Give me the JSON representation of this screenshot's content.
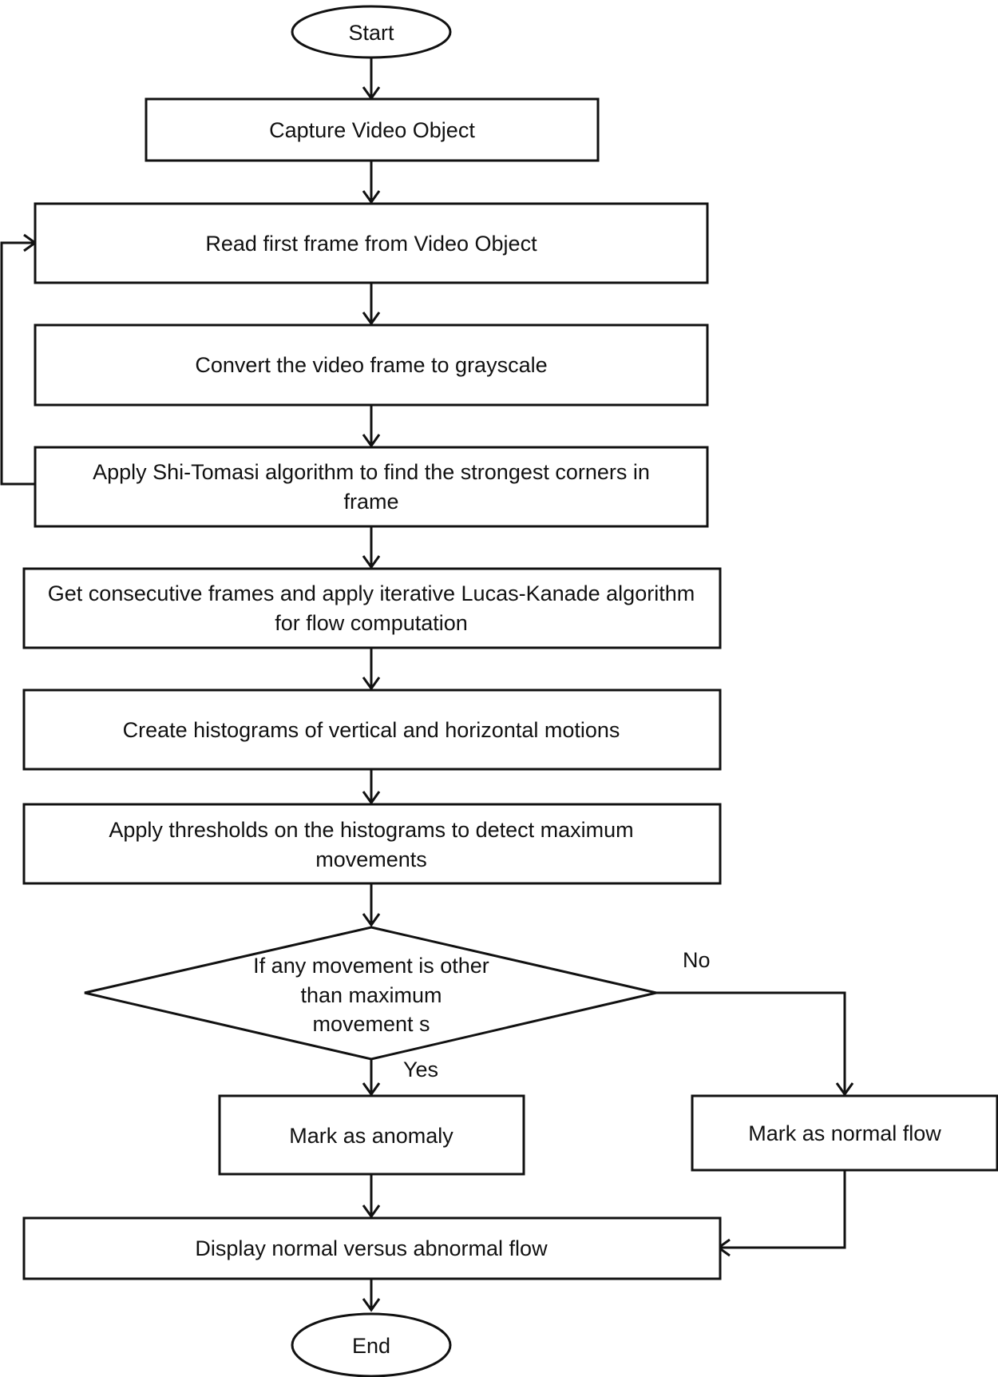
{
  "nodes": [
    {
      "id": "start",
      "kind": "terminal",
      "lines": [
        "Start"
      ]
    },
    {
      "id": "capture",
      "kind": "process",
      "lines": [
        "Capture Video Object"
      ]
    },
    {
      "id": "read-first-frame",
      "kind": "process",
      "lines": [
        "Read first frame from Video Object"
      ]
    },
    {
      "id": "convert-grayscale",
      "kind": "process",
      "lines": [
        "Convert the video frame to grayscale"
      ]
    },
    {
      "id": "shi-tomasi",
      "kind": "process",
      "lines": [
        "Apply Shi-Tomasi algorithm to find the strongest corners in",
        "frame"
      ]
    },
    {
      "id": "lucas-kanade",
      "kind": "process",
      "lines": [
        "Get consecutive frames and apply iterative Lucas-Kanade algorithm",
        "for flow computation"
      ]
    },
    {
      "id": "histograms",
      "kind": "process",
      "lines": [
        "Create histograms of vertical and horizontal motions"
      ]
    },
    {
      "id": "thresholds",
      "kind": "process",
      "lines": [
        "Apply thresholds on the histograms to detect maximum",
        "movements"
      ]
    },
    {
      "id": "decision",
      "kind": "decision",
      "lines": [
        "If any movement is other",
        "than maximum",
        "movement s"
      ]
    },
    {
      "id": "mark-anomaly",
      "kind": "process",
      "lines": [
        "Mark as anomaly"
      ]
    },
    {
      "id": "mark-normal",
      "kind": "process",
      "lines": [
        "Mark as normal flow"
      ]
    },
    {
      "id": "display",
      "kind": "process",
      "lines": [
        "Display normal versus abnormal flow"
      ]
    },
    {
      "id": "end",
      "kind": "terminal",
      "lines": [
        "End"
      ]
    }
  ],
  "edges": [
    {
      "from": "start",
      "to": "capture"
    },
    {
      "from": "capture",
      "to": "read-first-frame"
    },
    {
      "from": "read-first-frame",
      "to": "convert-grayscale"
    },
    {
      "from": "convert-grayscale",
      "to": "shi-tomasi"
    },
    {
      "from": "shi-tomasi",
      "to": "read-first-frame",
      "kind": "loop-back"
    },
    {
      "from": "shi-tomasi",
      "to": "lucas-kanade"
    },
    {
      "from": "lucas-kanade",
      "to": "histograms"
    },
    {
      "from": "histograms",
      "to": "thresholds"
    },
    {
      "from": "thresholds",
      "to": "decision"
    },
    {
      "from": "decision",
      "to": "mark-anomaly",
      "label": "Yes"
    },
    {
      "from": "decision",
      "to": "mark-normal",
      "label": "No"
    },
    {
      "from": "mark-anomaly",
      "to": "display"
    },
    {
      "from": "mark-normal",
      "to": "display"
    },
    {
      "from": "display",
      "to": "end"
    }
  ]
}
